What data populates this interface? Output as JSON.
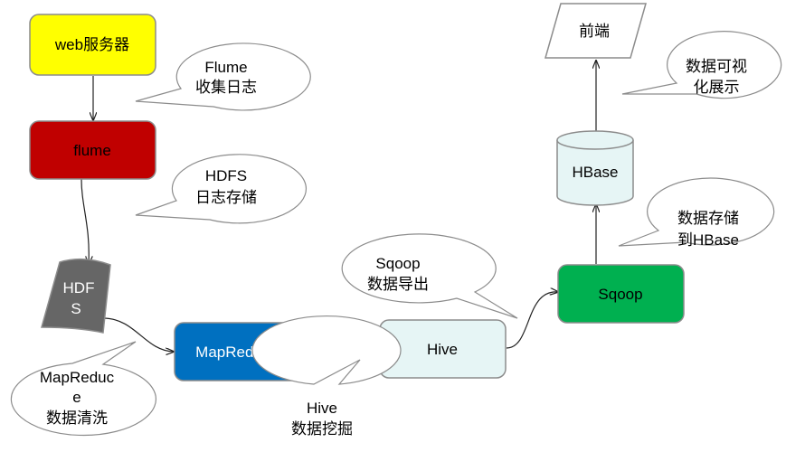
{
  "nodes": {
    "web_server": {
      "label": "web服务器",
      "color": "#FFFF00"
    },
    "flume": {
      "label": "flume",
      "color": "#C00000"
    },
    "hdfs": {
      "lines": [
        "HDF",
        "S"
      ],
      "color": "#666666"
    },
    "mapreduce": {
      "label": "MapReduce",
      "color": "#0070C0"
    },
    "hive": {
      "label": "Hive",
      "color": "#E6F5F5"
    },
    "sqoop": {
      "label": "Sqoop",
      "color": "#00B050"
    },
    "hbase": {
      "label": "HBase",
      "color": "#E6F5F5"
    },
    "frontend": {
      "label": "前端",
      "color": "#FFFFFF"
    }
  },
  "callouts": {
    "flume_collect": [
      "Flume",
      "收集日志"
    ],
    "hdfs_store": [
      "HDFS",
      "日志存储"
    ],
    "mapreduce_clean": [
      "MapReduc",
      "e",
      "数据清洗"
    ],
    "hive_mining": [
      "Hive",
      "数据挖掘"
    ],
    "sqoop_export": [
      "Sqoop",
      "数据导出"
    ],
    "hbase_store": [
      "数据存储",
      "到HBase"
    ],
    "visualize": [
      "数据可视",
      "化展示"
    ]
  }
}
